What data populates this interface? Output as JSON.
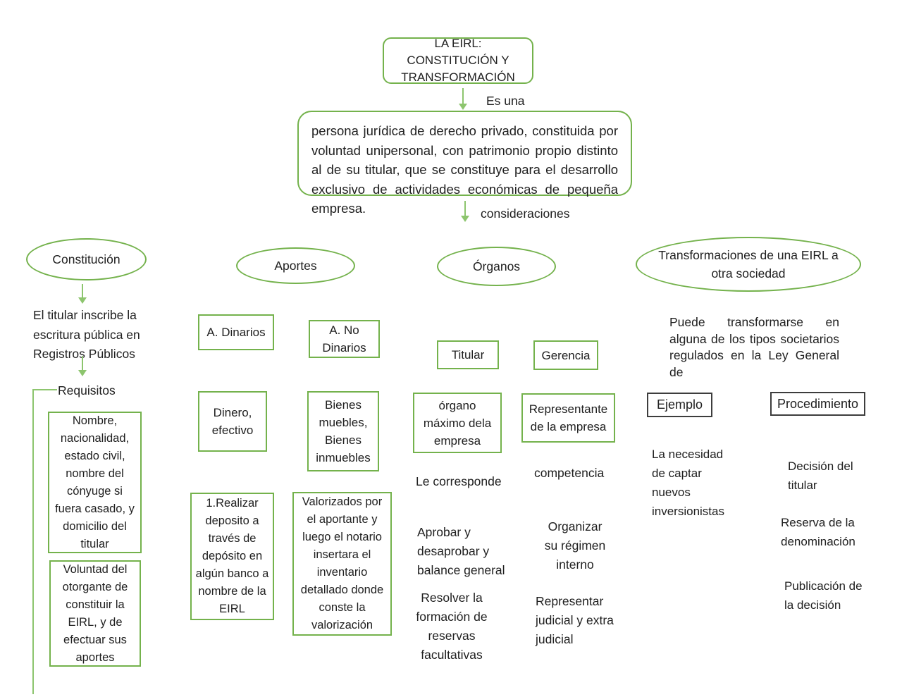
{
  "diagram": {
    "title": "LA EIRL: CONSTITUCIÓN Y TRANSFORMACIÓN",
    "es_una_label": "Es una",
    "definition": "persona jurídica de derecho privado, constituida por voluntad unipersonal, con patrimonio propio distinto al de su titular, que se constituye para el desarrollo exclusivo de actividades económicas de pequeña empresa.",
    "consideraciones_label": "consideraciones",
    "branches": {
      "constitucion": {
        "label": "Constitución",
        "description": "El titular inscribe la escritura pública en Registros Públicos",
        "requisitos_label": "Requisitos",
        "requisito_1": "Nombre, nacionalidad, estado civil, nombre del cónyuge si fuera casado, y domicilio del titular",
        "requisito_2": "Voluntad del otorgante de constituir la EIRL, y de efectuar sus aportes"
      },
      "aportes": {
        "label": "Aportes",
        "dinarios_label": "A. Dinarios",
        "no_dinarios_label": "A. No Dinarios",
        "dinarios_desc": "Dinero, efectivo",
        "no_dinarios_desc": "Bienes muebles, Bienes inmuebles",
        "dinarios_detail": "1.Realizar deposito a través de depósito en algún banco a nombre de la EIRL",
        "no_dinarios_detail": "Valorizados por el aportante y luego el notario insertara el inventario detallado donde conste la valorización"
      },
      "organos": {
        "label": "Órganos",
        "titular_label": "Titular",
        "gerencia_label": "Gerencia",
        "titular_desc": "órgano máximo dela empresa",
        "gerencia_desc": "Representante de la empresa",
        "titular_sub": "Le corresponde",
        "gerencia_sub": "competencia",
        "titular_item_1": "Aprobar y desaprobar y balance general",
        "titular_item_2": "Resolver la formación de reservas facultativas",
        "gerencia_item_1": "Organizar su régimen interno",
        "gerencia_item_2": "Representar judicial y extra judicial"
      },
      "transformaciones": {
        "label": "Transformaciones de una EIRL a otra sociedad",
        "description": "Puede transformarse en alguna de los tipos societarios regulados en la Ley General de",
        "ejemplo_label": "Ejemplo",
        "procedimiento_label": "Procedimiento",
        "ejemplo_item": "La necesidad de captar nuevos inversionistas",
        "procedimiento_item_1": "Decisión del titular",
        "procedimiento_item_2": "Reserva de la denominación",
        "procedimiento_item_3": "Publicación de la decisión"
      }
    }
  },
  "colors": {
    "green_border": "#74B24C",
    "green_line": "#8DC56E",
    "dark_border": "#3D3D3D",
    "text": "#202020"
  }
}
